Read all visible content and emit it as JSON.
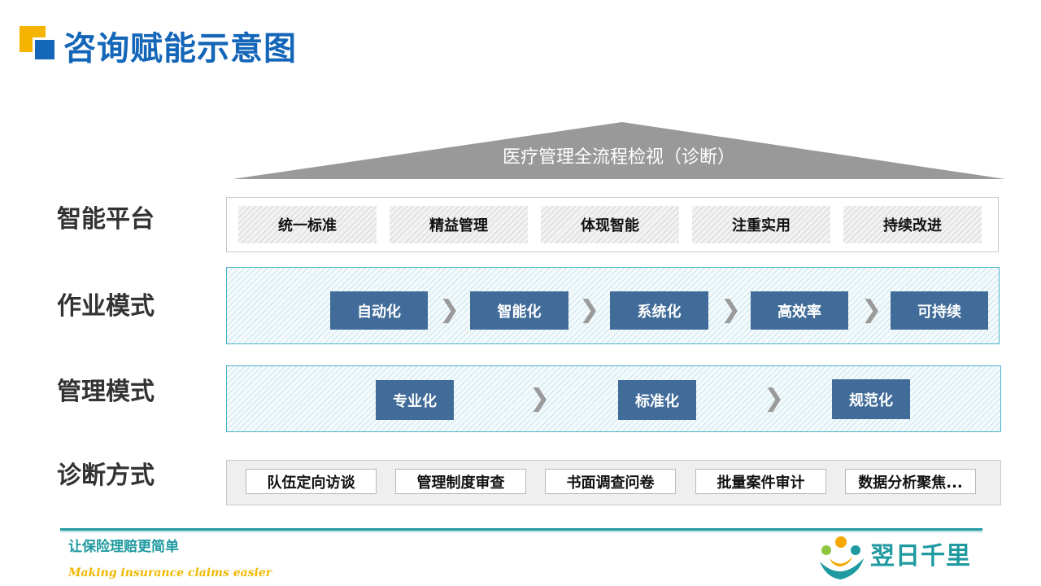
{
  "title": "咨询赋能示意图",
  "roof": {
    "text": "医疗管理全流程检视（诊断）"
  },
  "rows": {
    "platform": {
      "label": "智能平台",
      "items": [
        "统一标准",
        "精益管理",
        "体现智能",
        "注重实用",
        "持续改进"
      ]
    },
    "work": {
      "label": "作业模式",
      "items": [
        "自动化",
        "智能化",
        "系统化",
        "高效率",
        "可持续"
      ]
    },
    "mgmt": {
      "label": "管理模式",
      "items": [
        "专业化",
        "标准化",
        "规范化"
      ]
    },
    "diag": {
      "label": "诊断方式",
      "items": [
        "队伍定向访谈",
        "管理制度审查",
        "书面调查问卷",
        "批量案件审计",
        "数据分析聚焦..."
      ]
    }
  },
  "footer": {
    "slogan_cn": "让保险理赔更简单",
    "slogan_en": "Making insurance claims easier",
    "logo_text": "翌日千里"
  },
  "colors": {
    "title_blue": "#1466b8",
    "accent_yellow": "#f5b400",
    "box_blue": "#416c99",
    "teal": "#1f9aa0",
    "roof_gray": "#999999"
  },
  "icons": {
    "chevron": "chevron-right-icon",
    "logo": "brand-logo-icon"
  }
}
